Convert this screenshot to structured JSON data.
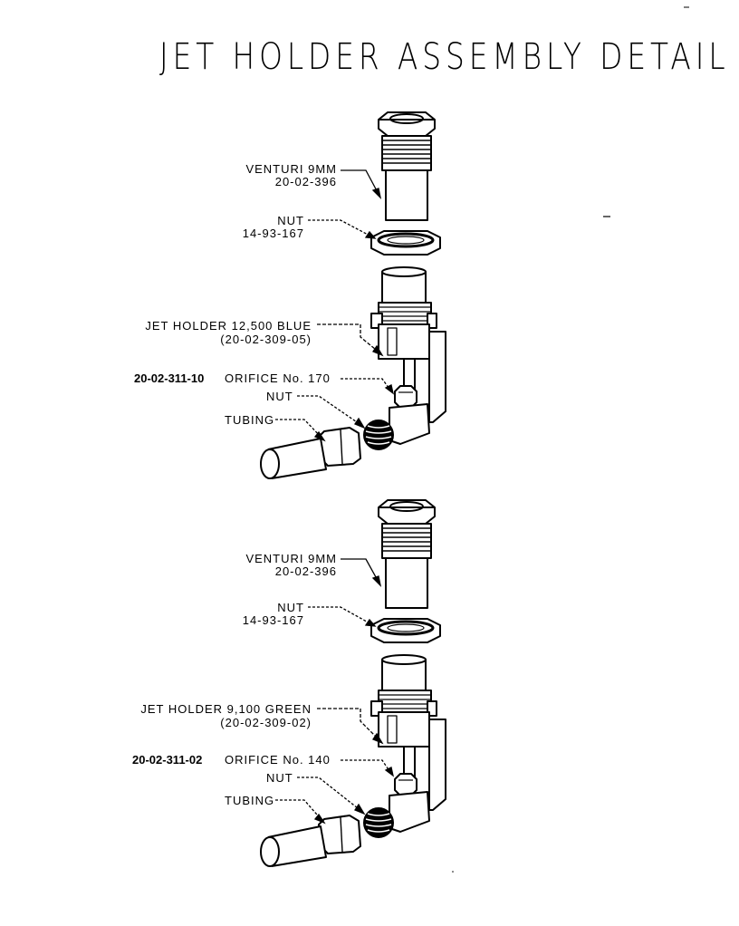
{
  "title": "JET HOLDER ASSEMBLY DETAIL",
  "assemblies": [
    {
      "venturi": "VENTURI 9MM",
      "venturi_part": "20-02-396",
      "nut": "NUT",
      "nut_part": "14-93-167",
      "jet_holder": "JET HOLDER 12,500 BLUE",
      "jet_holder_part": "(20-02-309-05)",
      "orifice_part": "20-02-311-10",
      "orifice": "ORIFICE No. 170",
      "nut2": "NUT",
      "tubing": "TUBING"
    },
    {
      "venturi": "VENTURI 9MM",
      "venturi_part": "20-02-396",
      "nut": "NUT",
      "nut_part": "14-93-167",
      "jet_holder": "JET HOLDER 9,100 GREEN",
      "jet_holder_part": "(20-02-309-02)",
      "orifice_part": "20-02-311-02",
      "orifice": "ORIFICE No. 140",
      "nut2": "NUT",
      "tubing": "TUBING"
    }
  ]
}
